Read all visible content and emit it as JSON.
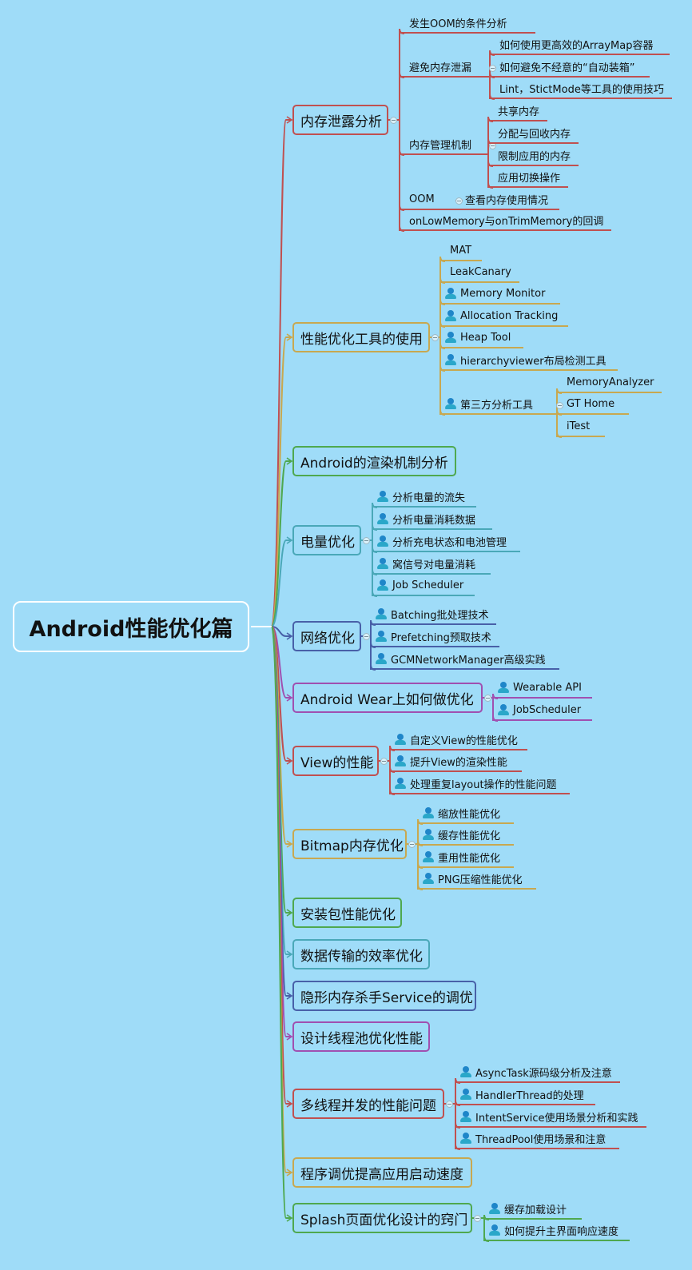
{
  "title": "Android性能优化篇",
  "topics": [
    {
      "label": "内存泄露分析",
      "color": "#c05050",
      "children": [
        {
          "label": "发生OOM的条件分析"
        },
        {
          "label": "避免内存泄漏",
          "children": [
            {
              "label": "如何使用更高效的ArrayMap容器"
            },
            {
              "label": "如何避免不经意的“自动装箱”"
            },
            {
              "label": "Lint，StictMode等工具的使用技巧"
            }
          ]
        },
        {
          "label": "内存管理机制",
          "children": [
            {
              "label": "共享内存"
            },
            {
              "label": "分配与回收内存"
            },
            {
              "label": "限制应用的内存"
            },
            {
              "label": "应用切换操作"
            }
          ]
        },
        {
          "label": "OOM",
          "children": [
            {
              "label": "查看内存使用情况"
            }
          ]
        },
        {
          "label": "onLowMemory与onTrimMemory的回调"
        }
      ]
    },
    {
      "label": "性能优化工具的使用",
      "color": "#c8a850",
      "children": [
        {
          "label": "MAT"
        },
        {
          "label": "LeakCanary"
        },
        {
          "label": "Memory Monitor",
          "icon": "user-icon"
        },
        {
          "label": "Allocation Tracking",
          "icon": "user-icon"
        },
        {
          "label": "Heap Tool",
          "icon": "user-icon"
        },
        {
          "label": "hierarchyviewer布局检测工具",
          "icon": "user-icon"
        },
        {
          "label": "第三方分析工具",
          "icon": "user-icon",
          "children": [
            {
              "label": "MemoryAnalyzer"
            },
            {
              "label": "GT Home"
            },
            {
              "label": "iTest"
            }
          ]
        }
      ]
    },
    {
      "label": "Android的渲染机制分析",
      "color": "#4fa84f"
    },
    {
      "label": "电量优化",
      "color": "#4aa8b8",
      "children": [
        {
          "label": "分析电量的流失",
          "icon": "user-icon"
        },
        {
          "label": "分析电量消耗数据",
          "icon": "user-icon"
        },
        {
          "label": "分析充电状态和电池管理",
          "icon": "user-icon"
        },
        {
          "label": "窝信号对电量消耗",
          "icon": "user-icon"
        },
        {
          "label": "Job Scheduler",
          "icon": "user-icon"
        }
      ]
    },
    {
      "label": "网络优化",
      "color": "#4860a8",
      "children": [
        {
          "label": "Batching批处理技术",
          "icon": "user-icon"
        },
        {
          "label": "Prefetching预取技术",
          "icon": "user-icon"
        },
        {
          "label": "GCMNetworkManager高级实践",
          "icon": "user-icon"
        }
      ]
    },
    {
      "label": "Android Wear上如何做优化",
      "color": "#a050b0",
      "children": [
        {
          "label": "Wearable API",
          "icon": "user-icon"
        },
        {
          "label": "JobScheduler",
          "icon": "user-icon"
        }
      ]
    },
    {
      "label": "View的性能",
      "color": "#c05050",
      "children": [
        {
          "label": "自定义View的性能优化",
          "icon": "user-icon"
        },
        {
          "label": "提升View的渲染性能",
          "icon": "user-icon"
        },
        {
          "label": "处理重复layout操作的性能问题",
          "icon": "user-icon"
        }
      ]
    },
    {
      "label": "Bitmap内存优化",
      "color": "#c8a850",
      "children": [
        {
          "label": "缩放性能优化",
          "icon": "user-icon"
        },
        {
          "label": "缓存性能优化",
          "icon": "user-icon"
        },
        {
          "label": "重用性能优化",
          "icon": "user-icon"
        },
        {
          "label": "PNG压缩性能优化",
          "icon": "user-icon"
        }
      ]
    },
    {
      "label": "安装包性能优化",
      "color": "#4fa84f"
    },
    {
      "label": "数据传输的效率优化",
      "color": "#4aa8b8"
    },
    {
      "label": "隐形内存杀手Service的调优",
      "color": "#4860a8"
    },
    {
      "label": "设计线程池优化性能",
      "color": "#a050b0"
    },
    {
      "label": "多线程并发的性能问题",
      "color": "#c05050",
      "children": [
        {
          "label": "AsyncTask源码级分析及注意",
          "icon": "user-icon"
        },
        {
          "label": "HandlerThread的处理",
          "icon": "user-icon"
        },
        {
          "label": "IntentService使用场景分析和实践",
          "icon": "user-icon"
        },
        {
          "label": "ThreadPool使用场景和注意",
          "icon": "user-icon"
        }
      ]
    },
    {
      "label": "程序调优提高应用启动速度",
      "color": "#c8a850"
    },
    {
      "label": "Splash页面优化设计的窍门",
      "color": "#4fa84f",
      "children": [
        {
          "label": "缓存加载设计",
          "icon": "user-icon"
        },
        {
          "label": "如何提升主界面响应速度",
          "icon": "user-icon"
        }
      ]
    }
  ]
}
